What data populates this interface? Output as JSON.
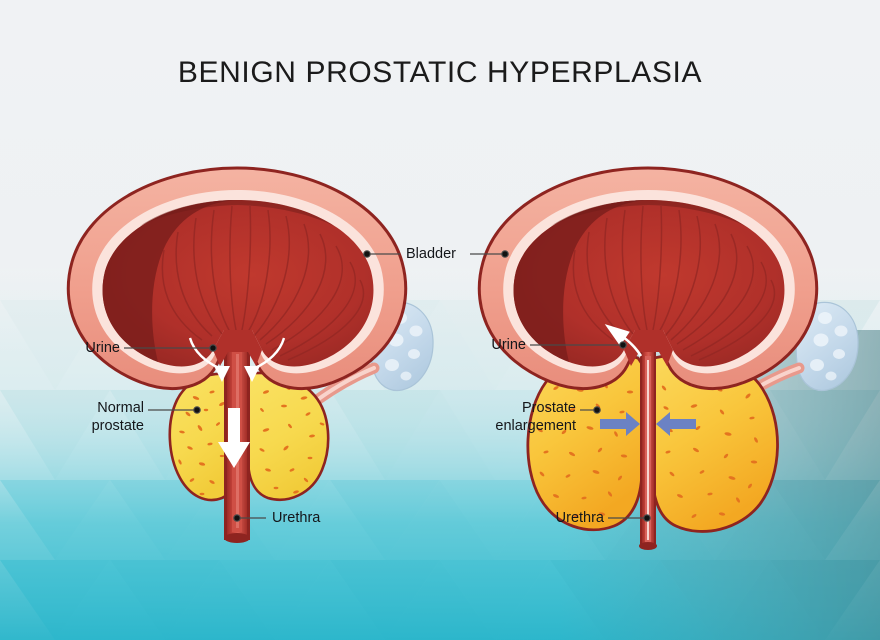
{
  "page": {
    "title": "BENIGN PROSTATIC HYPERPLASIA",
    "background_top_color": "#f0f2f4",
    "background_bottom_color": "#3fc3d4"
  },
  "labels": {
    "bladder": "Bladder",
    "urine_left": "Urine",
    "urine_right": "Urine",
    "normal_prostate_line1": "Normal",
    "normal_prostate_line2": "prostate",
    "prostate_enlargement_line1": "Prostate",
    "prostate_enlargement_line2": "enlargement",
    "urethra_left": "Urethra",
    "urethra_right": "Urethra"
  },
  "colors": {
    "bladder_outline": "#8e2420",
    "bladder_wall": "#f0a090",
    "bladder_wall_light": "#f6b8a8",
    "bladder_lining": "#fbe3dc",
    "bladder_interior": "#b3302a",
    "bladder_interior_dark": "#7d1f1c",
    "bladder_ridge": "#a02a25",
    "urethra_lumen": "#c2403a",
    "urethra_wall": "#f3a99c",
    "prostate_normal": "#f7d94e",
    "prostate_normal_edge": "#e8c132",
    "prostate_enlarged": "#f9c940",
    "prostate_enlarged_edge": "#f0a823",
    "prostate_speckle": "#e4741f",
    "seminal_vesicle": "#c5d9ea",
    "seminal_vesicle_spot": "#e8f1f8",
    "compression_arrow": "#6b82c4",
    "flow_arrow": "#ffffff",
    "leader_line": "#4a4a4a",
    "label_text": "#14161a"
  },
  "diagrams": [
    {
      "id": "normal",
      "condition": "Normal prostate",
      "urine_flow": "downward-unobstructed",
      "urethra_state": "open",
      "flow_arrow_count": 3
    },
    {
      "id": "enlarged",
      "condition": "Benign prostatic hyperplasia",
      "urine_flow": "obstructed-backflow",
      "urethra_state": "compressed",
      "flow_arrow_count": 1,
      "compression_arrow_count": 2
    }
  ]
}
